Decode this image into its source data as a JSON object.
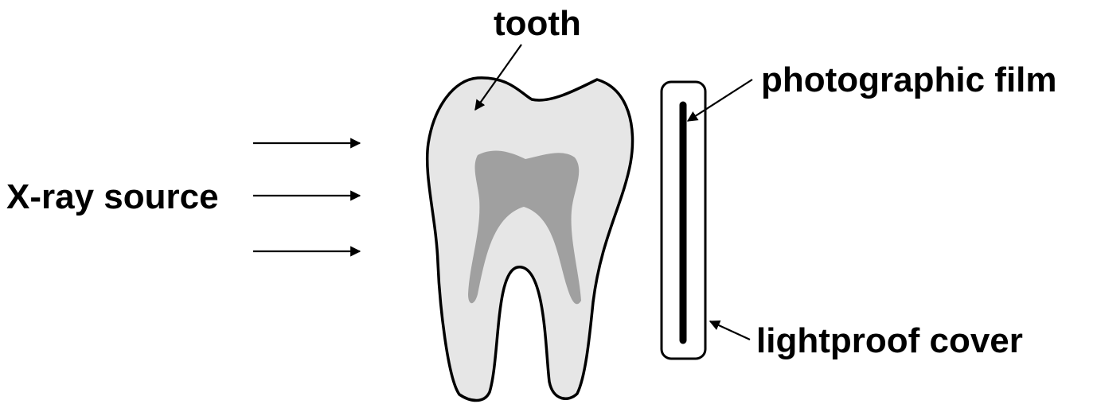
{
  "labels": {
    "tooth": "tooth",
    "xray_source": "X-ray source",
    "photographic_film": "photographic film",
    "lightproof_cover": "lightproof cover"
  },
  "colors": {
    "outline": "#000000",
    "tooth_fill": "#e6e6e6",
    "pulp_fill": "#a0a0a0",
    "film": "#000000",
    "cover_fill": "#ffffff"
  },
  "icons": {
    "xray_arrows": "arrow-right-icon",
    "tooth_shape": "tooth-icon"
  }
}
